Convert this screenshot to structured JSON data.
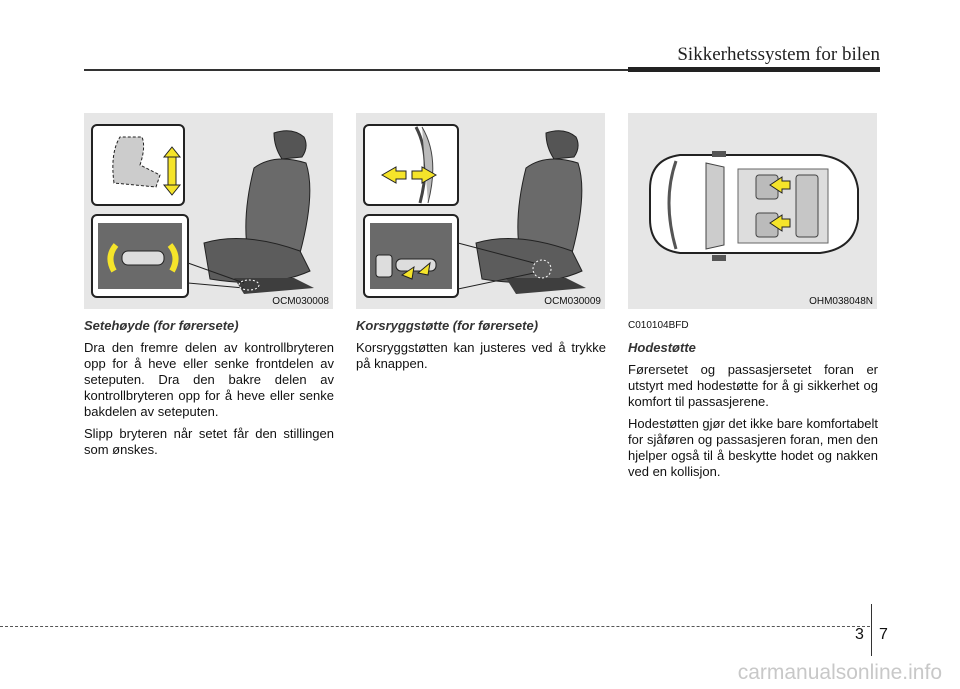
{
  "header": {
    "title": "Sikkerhetssystem for bilen"
  },
  "figures": [
    {
      "code": "OCM030008"
    },
    {
      "code": "OCM030009"
    },
    {
      "code": "OHM038048N"
    }
  ],
  "col1": {
    "heading": "Setehøyde (for førersete)",
    "p1": "Dra den fremre delen av kontrollbryteren opp for å heve eller senke frontdelen av seteputen. Dra den bakre delen av kontrollbryteren opp for å heve eller senke bakdelen av seteputen.",
    "p2": "Slipp bryteren når setet får den stillingen som ønskes."
  },
  "col2": {
    "heading": "Korsryggstøtte (for førersete)",
    "p1": "Korsryggstøtten kan justeres ved å trykke på knappen."
  },
  "col3": {
    "code": "C010104BFD",
    "heading": "Hodestøtte",
    "p1": "Førersetet og passasjersetet foran er utstyrt med hodestøtte for å gi sikkerhet og komfort til passasjerene.",
    "p2": "Hodestøtten gjør det ikke bare komfortabelt for sjåføren og passasjeren foran, men den hjelper også til å beskytte hodet og nakken ved en kollisjon."
  },
  "footer": {
    "chapter": "3",
    "page": "7"
  },
  "watermark": "carmanualsonline.info",
  "colors": {
    "arrow": "#f5e42a",
    "panel": "#e6e6e6"
  }
}
